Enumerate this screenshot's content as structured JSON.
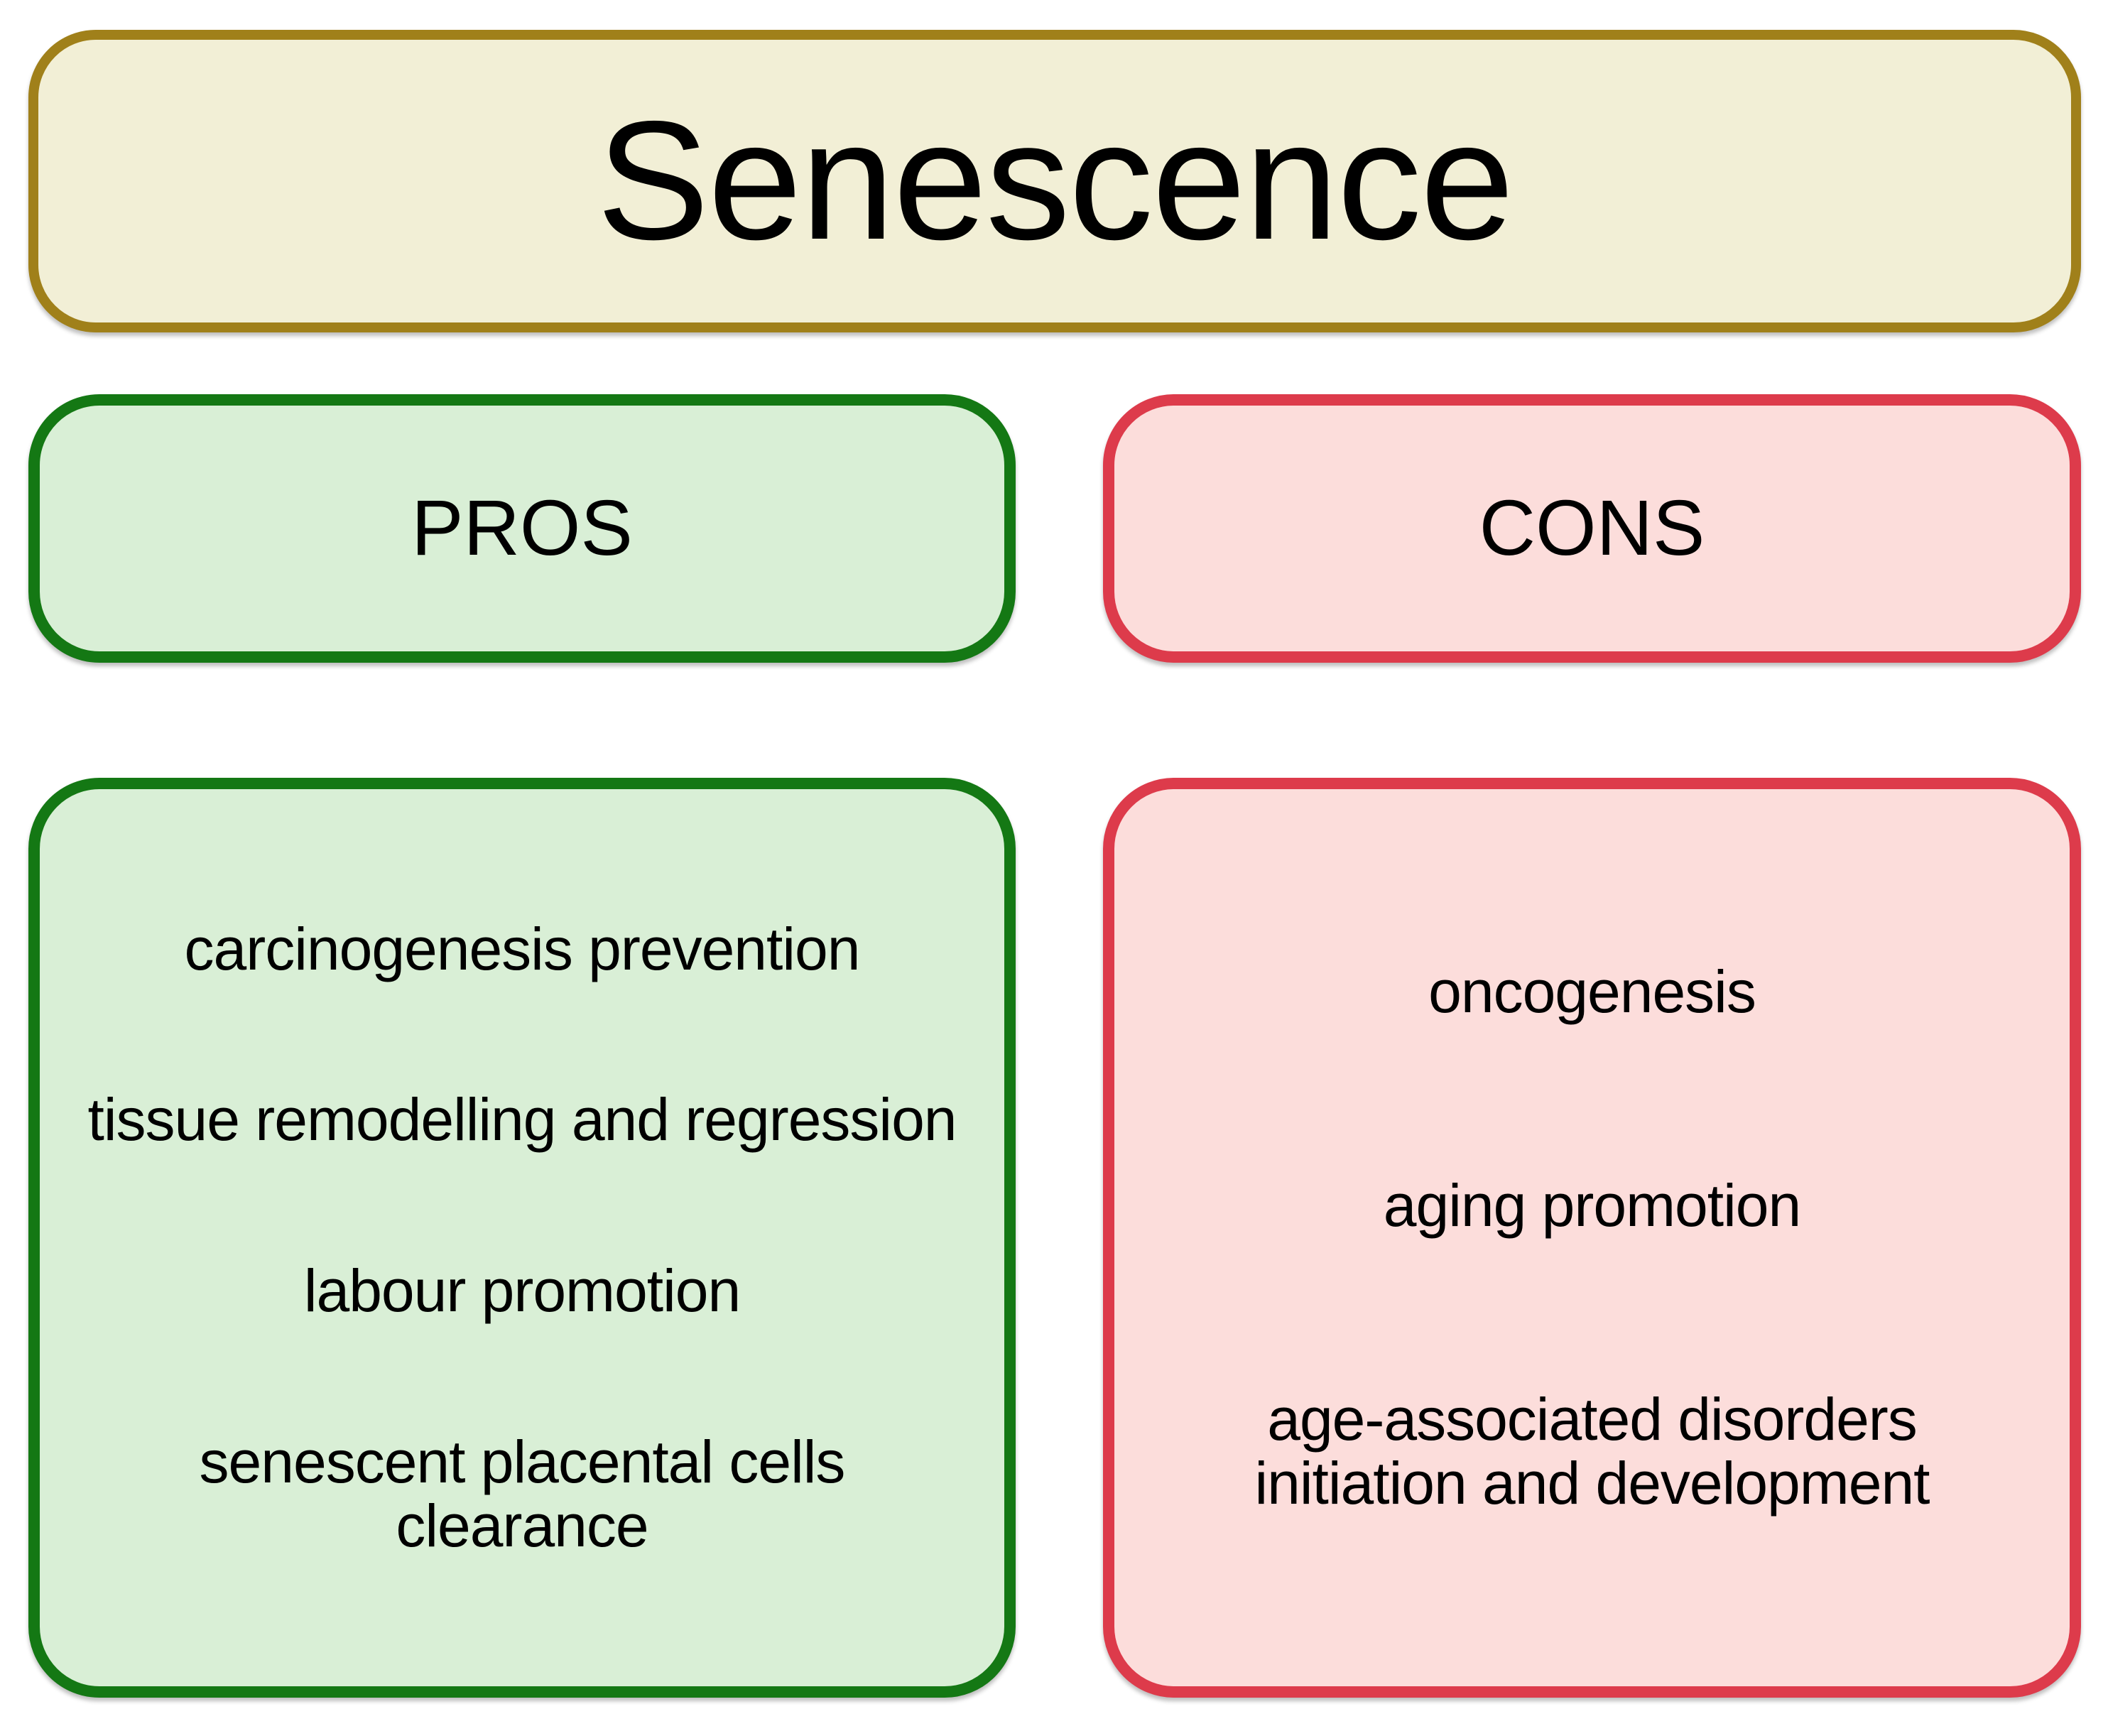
{
  "title": "Senescence",
  "colors": {
    "canvas-bg": "#ffffff",
    "text": "#000000",
    "gold-border": "#a0801a",
    "title-bg": "#f2efd6",
    "green-border": "#147814",
    "green-bg": "#d9efd6",
    "red-border": "#dd3b4b",
    "red-bg": "#fcdddb"
  },
  "columns": {
    "pros": {
      "header": "PROS",
      "items": [
        "carcinogenesis prevention",
        "tissue remodelling and regression",
        "labour promotion",
        "senescent placental cells clearance"
      ]
    },
    "cons": {
      "header": "CONS",
      "items": [
        "oncogenesis",
        "aging promotion",
        "age-associated disorders initiation and development"
      ]
    }
  }
}
